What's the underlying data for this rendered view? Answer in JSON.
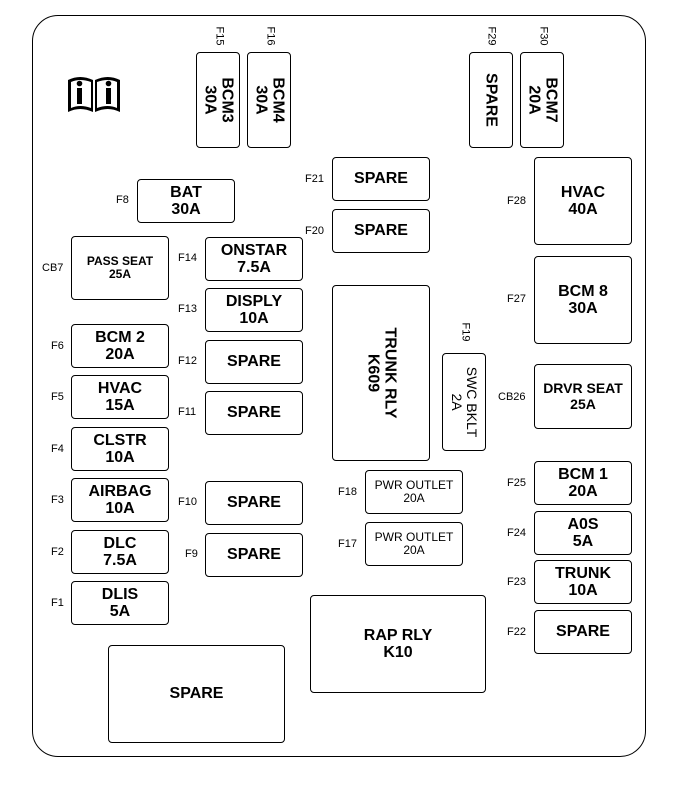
{
  "fuses": {
    "f15": {
      "id": "F15",
      "name": "BCM3",
      "amp": "30A"
    },
    "f16": {
      "id": "F16",
      "name": "BCM4",
      "amp": "30A"
    },
    "f29": {
      "id": "F29",
      "name": "SPARE"
    },
    "f30": {
      "id": "F30",
      "name": "BCM7",
      "amp": "20A"
    },
    "f8": {
      "id": "F8",
      "name": "BAT",
      "amp": "30A"
    },
    "f21": {
      "id": "F21",
      "name": "SPARE"
    },
    "f20": {
      "id": "F20",
      "name": "SPARE"
    },
    "f28": {
      "id": "F28",
      "name": "HVAC",
      "amp": "40A"
    },
    "cb7": {
      "id": "CB7",
      "name": "PASS SEAT",
      "amp": "25A"
    },
    "f14": {
      "id": "F14",
      "name": "ONSTAR",
      "amp": "7.5A"
    },
    "f13": {
      "id": "F13",
      "name": "DISPLY",
      "amp": "10A"
    },
    "f27": {
      "id": "F27",
      "name": "BCM 8",
      "amp": "30A"
    },
    "trunk_rly": {
      "name": "TRUNK RLY",
      "code": "K609"
    },
    "f19": {
      "id": "F19",
      "name": "SWC BKLT",
      "amp": "2A"
    },
    "f6": {
      "id": "F6",
      "name": "BCM 2",
      "amp": "20A"
    },
    "f12": {
      "id": "F12",
      "name": "SPARE"
    },
    "f5": {
      "id": "F5",
      "name": "HVAC",
      "amp": "15A"
    },
    "f11": {
      "id": "F11",
      "name": "SPARE"
    },
    "cb26": {
      "id": "CB26",
      "name": "DRVR SEAT",
      "amp": "25A"
    },
    "f4": {
      "id": "F4",
      "name": "CLSTR",
      "amp": "10A"
    },
    "f25": {
      "id": "F25",
      "name": "BCM 1",
      "amp": "20A"
    },
    "f18": {
      "id": "F18",
      "name": "PWR OUTLET",
      "amp": "20A"
    },
    "f3": {
      "id": "F3",
      "name": "AIRBAG",
      "amp": "10A"
    },
    "f10": {
      "id": "F10",
      "name": "SPARE"
    },
    "f24": {
      "id": "F24",
      "name": "A0S",
      "amp": "5A"
    },
    "f17": {
      "id": "F17",
      "name": "PWR OUTLET",
      "amp": "20A"
    },
    "f2": {
      "id": "F2",
      "name": "DLC",
      "amp": "7.5A"
    },
    "f9": {
      "id": "F9",
      "name": "SPARE"
    },
    "f23": {
      "id": "F23",
      "name": "TRUNK",
      "amp": "10A"
    },
    "f1": {
      "id": "F1",
      "name": "DLIS",
      "amp": "5A"
    },
    "f22": {
      "id": "F22",
      "name": "SPARE"
    },
    "rap_rly": {
      "name": "RAP RLY",
      "code": "K10"
    },
    "spare_big": {
      "name": "SPARE"
    }
  },
  "icons": {
    "manual": "manual-book-info-icon"
  }
}
